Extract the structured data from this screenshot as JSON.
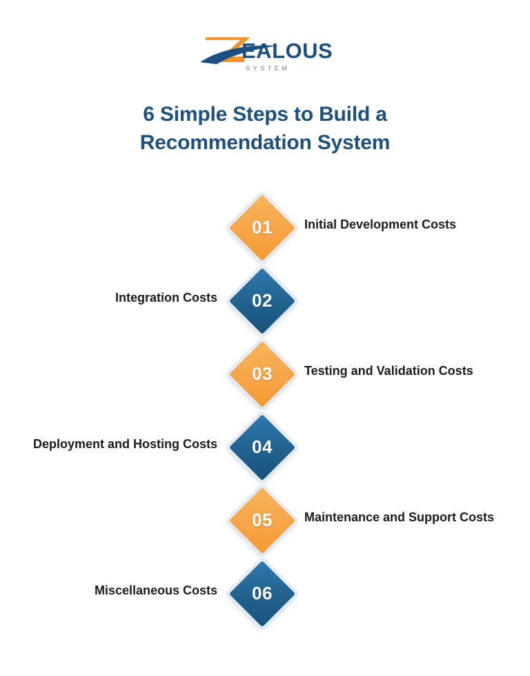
{
  "brand": {
    "name": "ZEALOUS",
    "tagline": "S Y S T E M",
    "logo_icon": "zealous-logo",
    "orange": "#f39325",
    "navy": "#1b4f82"
  },
  "header": {
    "title": "6 Simple Steps to Build a Recommendation System",
    "title_color": "#1b5081"
  },
  "steps": [
    {
      "number": "01",
      "label": "Initial Development Costs",
      "color": "orange",
      "side": "right"
    },
    {
      "number": "02",
      "label": "Integration Costs",
      "color": "blue",
      "side": "left"
    },
    {
      "number": "03",
      "label": "Testing and Validation Costs",
      "color": "orange",
      "side": "right"
    },
    {
      "number": "04",
      "label": "Deployment and Hosting Costs",
      "color": "blue",
      "side": "left"
    },
    {
      "number": "05",
      "label": "Maintenance and Support Costs",
      "color": "orange",
      "side": "right"
    },
    {
      "number": "06",
      "label": "Miscellaneous Costs",
      "color": "blue",
      "side": "left"
    }
  ],
  "palette": {
    "background": "#ffffff",
    "orange_diamond": "#f5a745",
    "blue_diamond": "#1f5f8d",
    "label_text": "#1b1b1d"
  }
}
